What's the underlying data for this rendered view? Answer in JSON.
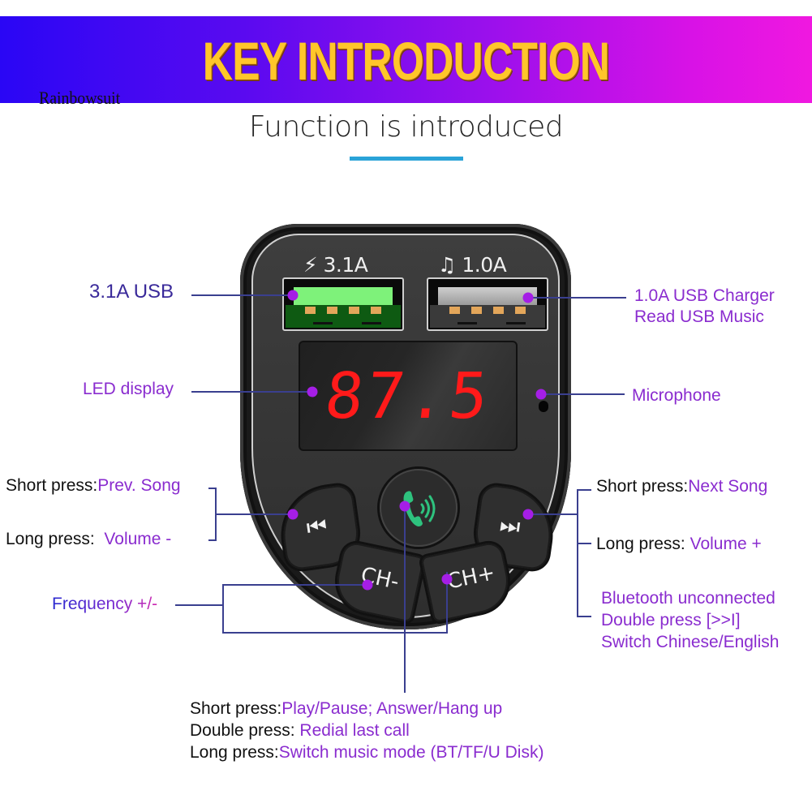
{
  "header": {
    "banner_title": "KEY INTRODUCTION",
    "watermark": "Rainbowsuit",
    "subtitle": "Function is introduced",
    "banner_gradient": [
      "#2a06f5",
      "#f018e0"
    ],
    "title_color": "#ffc62a",
    "rule_color": "#2aa3d8"
  },
  "device": {
    "port_left_label": "3.1A",
    "port_left_icon": "lightning-icon",
    "port_right_label": "1.0A",
    "port_right_icon": "music-note-icon",
    "display_frequency": "87.5",
    "buttons": {
      "prev": "⏮",
      "next": "⏭",
      "ch_minus": "CH-",
      "ch_plus": "CH+",
      "call": "phone-bluetooth-icon"
    }
  },
  "callouts": {
    "usb_3_1a": "3.1A USB",
    "usb_1_0a_line1": "1.0A USB Charger",
    "usb_1_0a_line2": "Read USB Music",
    "led_display": "LED display",
    "microphone": "Microphone",
    "frequency": "Frequency +/-",
    "prev": {
      "short_label": "Short press:",
      "short_value": "Prev. Song",
      "long_label": "Long press:",
      "long_value": "Volume -"
    },
    "next": {
      "short_label": "Short press:",
      "short_value": "Next Song",
      "long_label": "Long press:",
      "long_value": "Volume +",
      "extra_line1": "Bluetooth unconnected",
      "extra_line2": "Double press [>>I]",
      "extra_line3": "Switch Chinese/English"
    },
    "call": {
      "short_label": "Short press:",
      "short_value": "Play/Pause; Answer/Hang up",
      "double_label": "Double press:",
      "double_value": "Redial last call",
      "long_label": "Long press:",
      "long_value": "Switch music mode (BT/TF/U Disk)"
    }
  },
  "colors": {
    "accent_purple": "#8a2ccf",
    "callout_dot": "#a51ee6",
    "callout_line": "#3a3f8f",
    "led_red": "#ff1a1a",
    "usb_green": "#7ef27a",
    "call_green": "#2ec27e"
  }
}
